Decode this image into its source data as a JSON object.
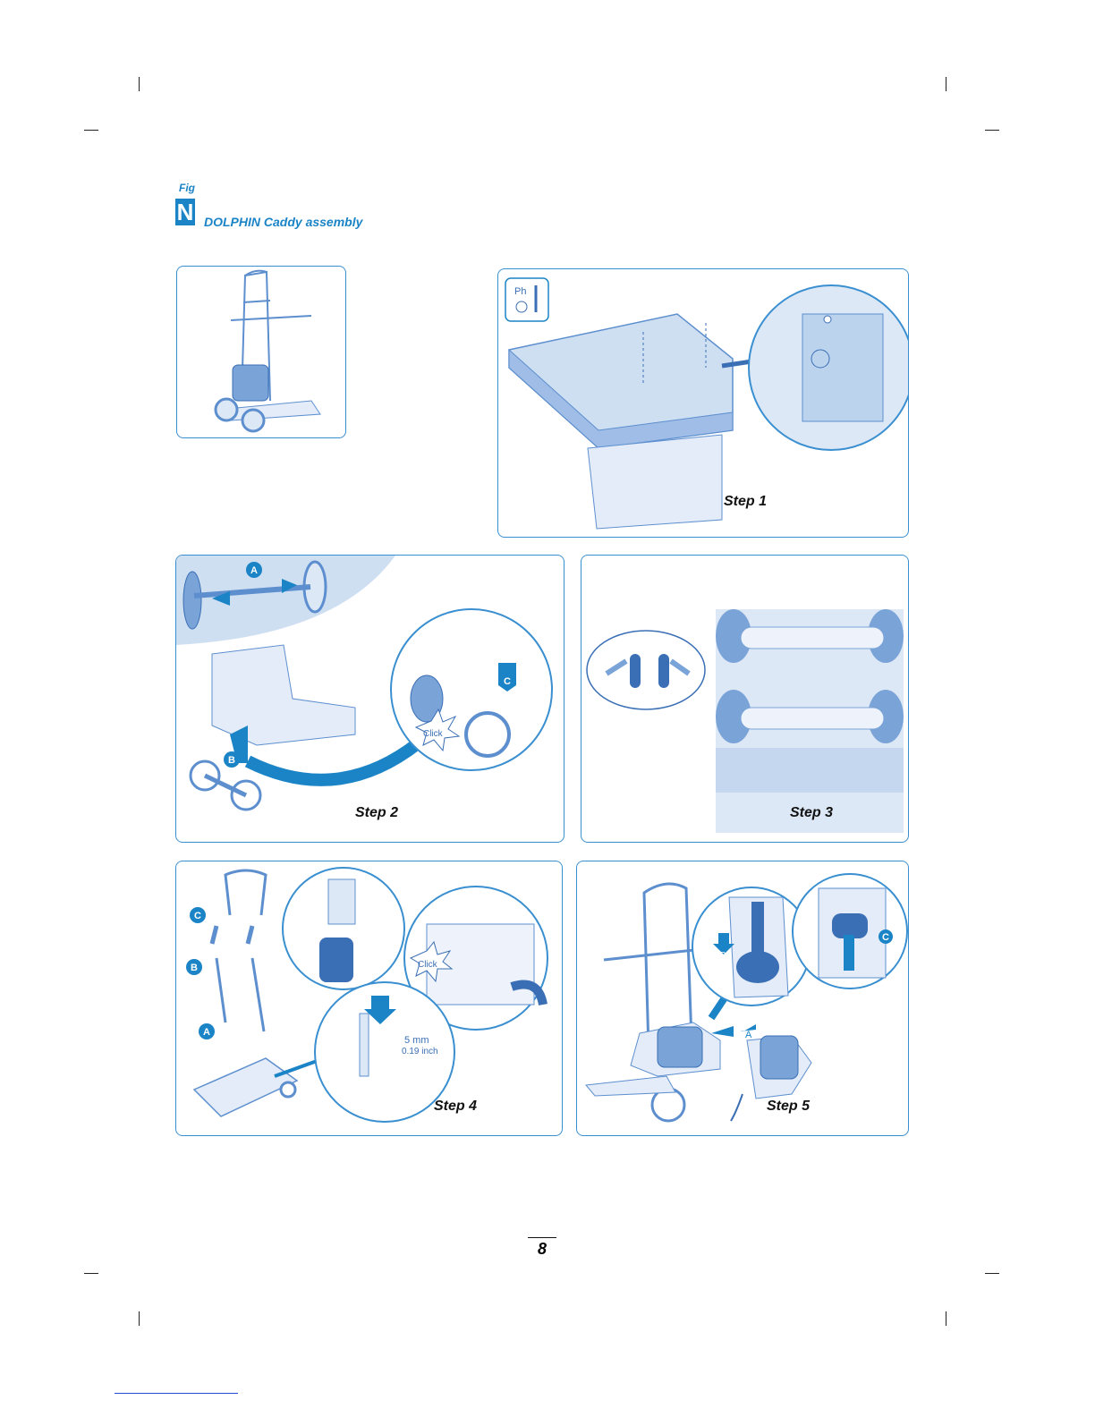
{
  "figure": {
    "fig_label": "Fig",
    "letter": "N",
    "title": "DOLPHIN Caddy assembly"
  },
  "steps": {
    "step1": "Step 1",
    "step2": "Step 2",
    "step3": "Step 3",
    "step4": "Step 4",
    "step5": "Step 5"
  },
  "tool_badge": {
    "label": "Ph"
  },
  "callouts": {
    "a": "A",
    "b": "B",
    "c": "C",
    "click": "Click"
  },
  "measure": {
    "mm": "5 mm",
    "inch": "0.19 inch"
  },
  "page": {
    "number": "8"
  },
  "colors": {
    "accent": "#1b84c6",
    "panel_border": "#3a8fd0",
    "illustration": "#5d8fcf",
    "illustration_light": "#cfdff2"
  }
}
